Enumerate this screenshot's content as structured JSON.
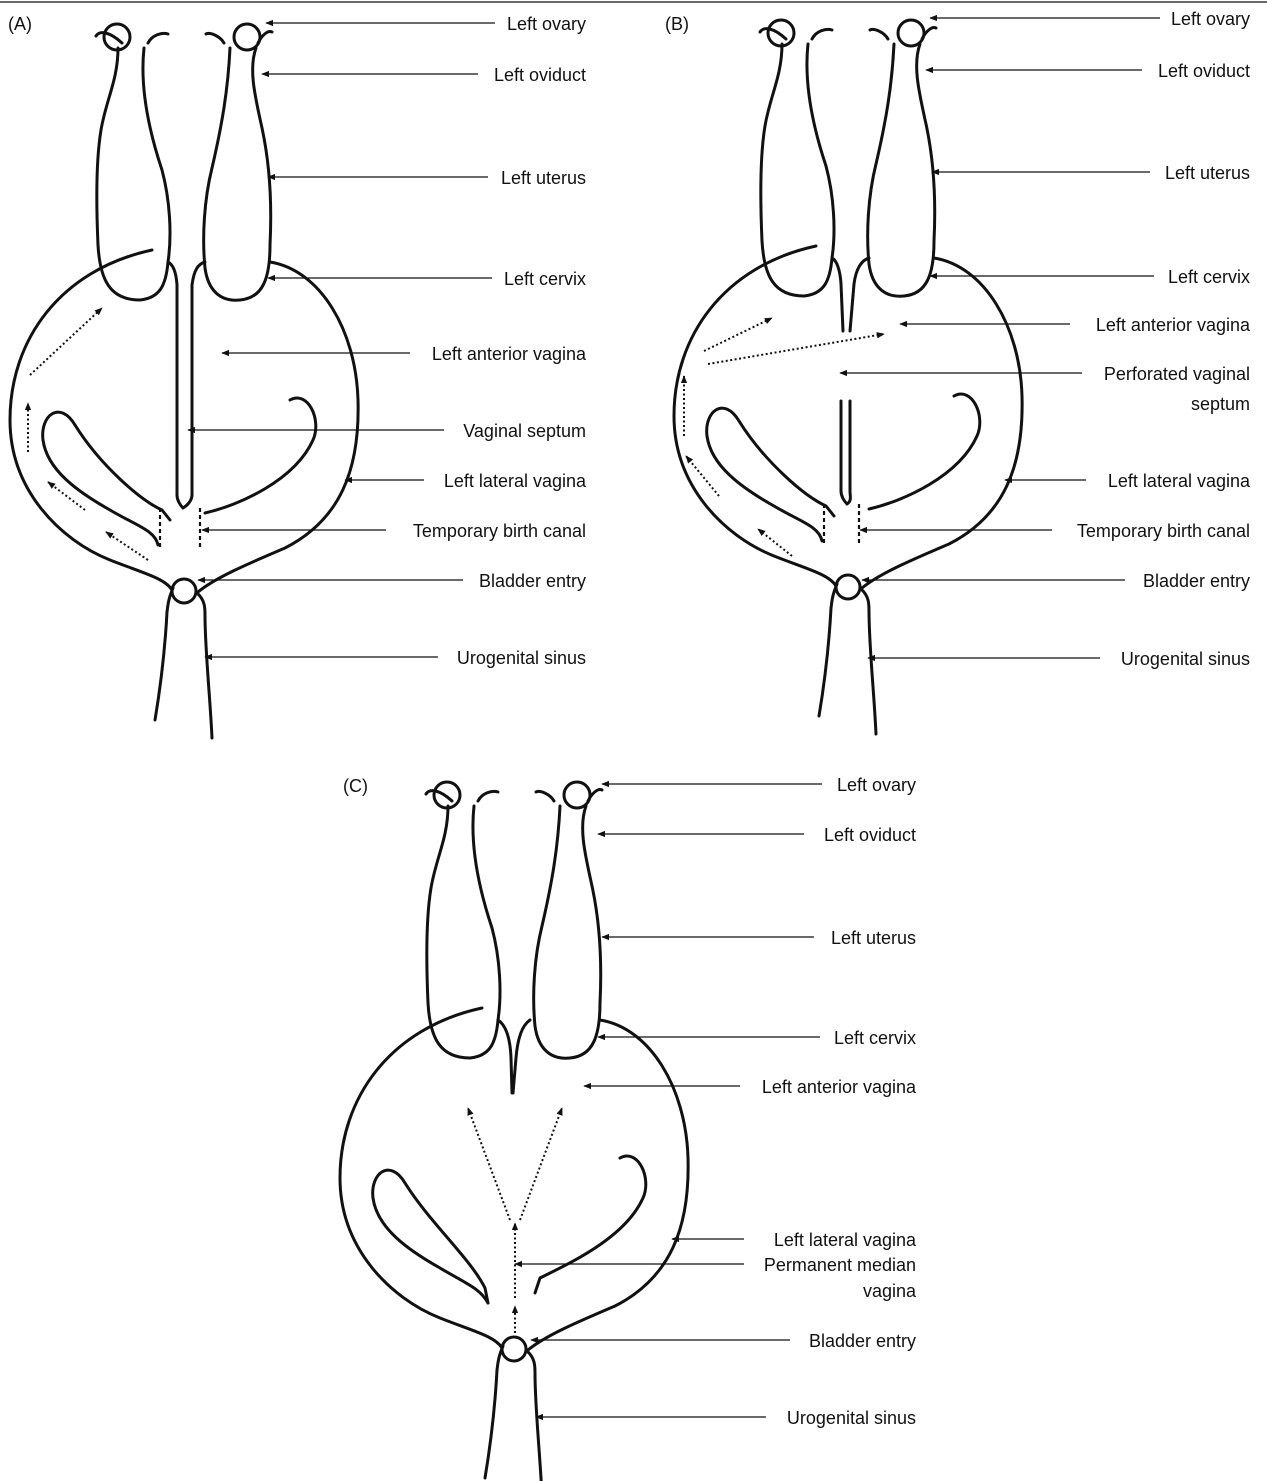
{
  "panels": [
    {
      "id": "A",
      "letter": "(A)",
      "labels": [
        "Left ovary",
        "Left oviduct",
        "Left uterus",
        "Left cervix",
        "Left anterior vagina",
        "Vaginal septum",
        "Left lateral vagina",
        "Temporary birth canal",
        "Bladder entry",
        "Urogenital sinus"
      ]
    },
    {
      "id": "B",
      "letter": "(B)",
      "labels": [
        "Left ovary",
        "Left oviduct",
        "Left uterus",
        "Left cervix",
        "Left anterior vagina",
        "Perforated vaginal",
        "septum",
        "Left lateral vagina",
        "Temporary birth canal",
        "Bladder entry",
        "Urogenital sinus"
      ]
    },
    {
      "id": "C",
      "letter": "(C)",
      "labels": [
        "Left ovary",
        "Left oviduct",
        "Left uterus",
        "Left cervix",
        "Left anterior vagina",
        "Left lateral vagina",
        "Permanent median",
        "vagina",
        "Bladder entry",
        "Urogenital sinus"
      ]
    }
  ]
}
